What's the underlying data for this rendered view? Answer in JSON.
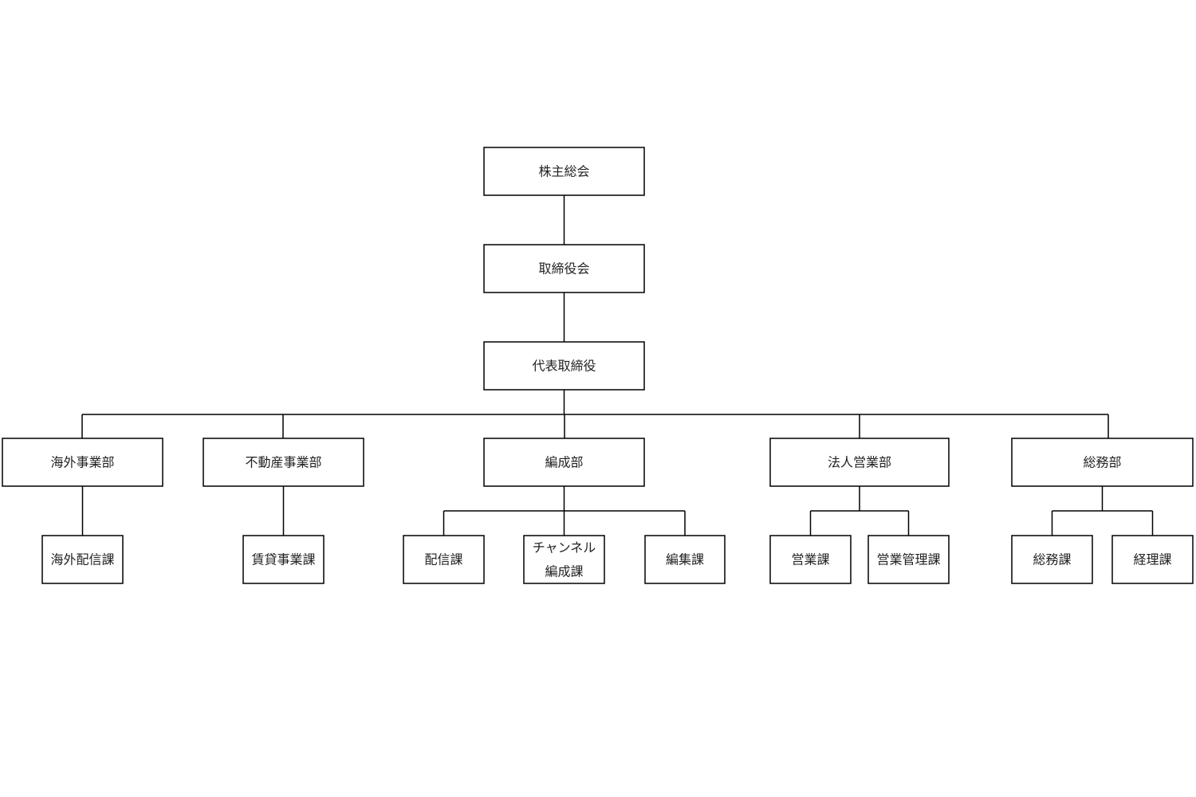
{
  "org": {
    "shareholders": "株主総会",
    "board": "取締役会",
    "ceo": "代表取締役",
    "departments": [
      {
        "name": "海外事業部",
        "sections": [
          "海外配信課"
        ]
      },
      {
        "name": "不動産事業部",
        "sections": [
          "賃貸事業課"
        ]
      },
      {
        "name": "編成部",
        "sections": [
          "配信課",
          "チャンネル\n編成課",
          "編集課"
        ]
      },
      {
        "name": "法人営業部",
        "sections": [
          "営業課",
          "営業管理課"
        ]
      },
      {
        "name": "総務部",
        "sections": [
          "総務課",
          "経理課"
        ]
      }
    ]
  }
}
